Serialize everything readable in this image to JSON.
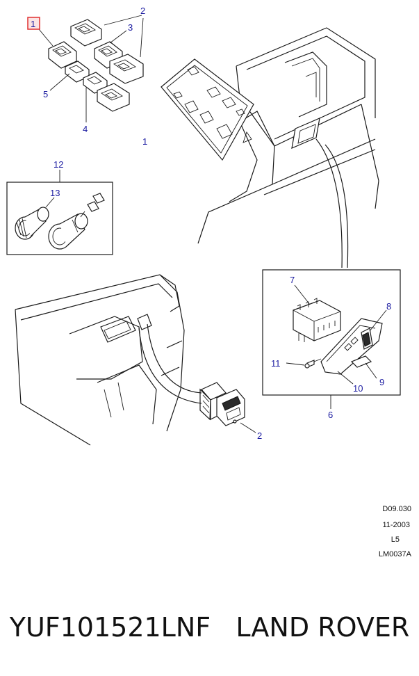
{
  "callouts": {
    "c1": "1",
    "c1b": "1",
    "c2a": "2",
    "c2b": "2",
    "c3": "3",
    "c4": "4",
    "c5": "5",
    "c6": "6",
    "c7": "7",
    "c8": "8",
    "c9": "9",
    "c10": "10",
    "c11": "11",
    "c12": "12",
    "c13": "13"
  },
  "meta": {
    "ref": "D09.030",
    "date": "11-2003",
    "code": "L5",
    "figure": "LM0037A"
  },
  "footer": {
    "part_number": "YUF101521LNF",
    "brand": "LAND ROVER"
  },
  "colors": {
    "callout_text": "#1a1aa0",
    "highlight_box": "#e03030"
  }
}
